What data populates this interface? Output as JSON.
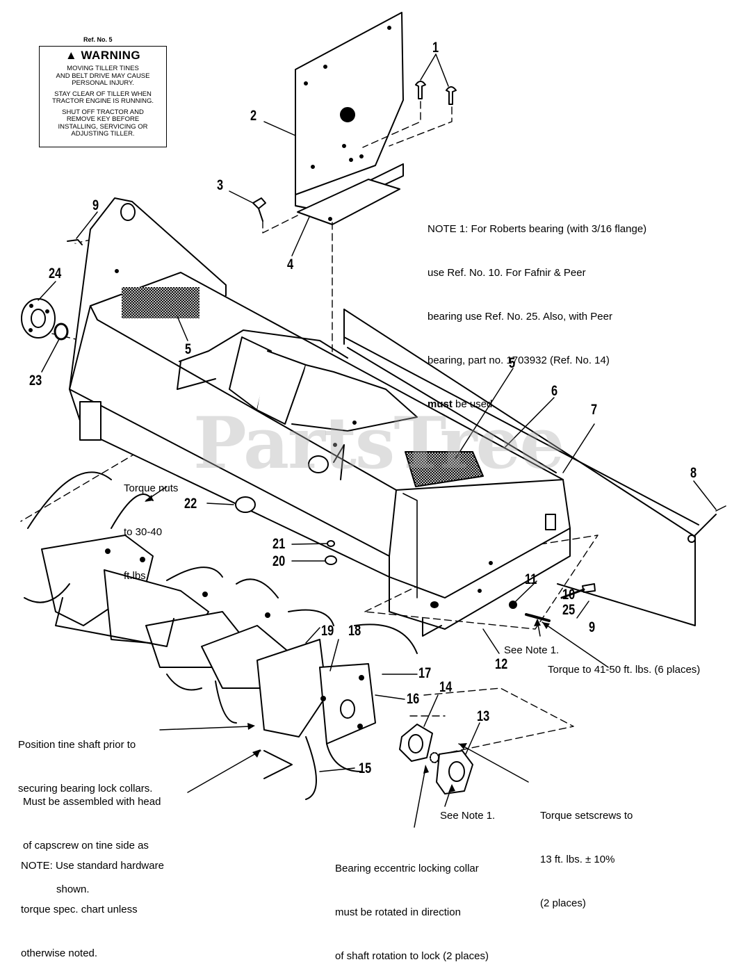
{
  "watermark": "PartsTree",
  "warning_label": {
    "ref": "Ref. No. 5",
    "title": "WARNING",
    "paragraphs": [
      [
        "MOVING TILLER TINES",
        "AND BELT DRIVE MAY CAUSE",
        "PERSONAL INJURY."
      ],
      [
        "STAY CLEAR OF TILLER WHEN",
        "TRACTOR ENGINE IS RUNNING."
      ],
      [
        "SHUT OFF TRACTOR AND",
        "REMOVE KEY BEFORE",
        "INSTALLING, SERVICING OR",
        "ADJUSTING TILLER."
      ]
    ]
  },
  "note1": {
    "label": "NOTE 1:",
    "lines": [
      "For Roberts bearing (with 3/16 flange)",
      "use Ref. No. 10. For Fafnir & Peer",
      "bearing use Ref. No. 25. Also, with Peer",
      "bearing, part no. 1703932 (Ref. No. 14)"
    ],
    "last_bold": "must",
    "last_rest": " be used."
  },
  "notes": {
    "torque_nuts": [
      "Torque nuts",
      "to 30-40",
      "ft.lbs."
    ],
    "position_tine": [
      "Position tine shaft prior to",
      "securing bearing lock collars."
    ],
    "capscrew": [
      "Must be assembled with head",
      "of capscrew on tine side as",
      "shown."
    ],
    "standard_hw": [
      "NOTE: Use standard hardware",
      "torque spec. chart unless",
      "otherwise noted."
    ],
    "see_note1_a": "See Note 1.",
    "see_note1_b": "See Note 1.",
    "torque_41_50": "Torque to 41-50 ft. lbs. (6 places)",
    "setscrews": [
      "Torque setscrews to",
      "13 ft. lbs. ± 10%",
      "(2 places)"
    ],
    "eccentric": [
      "Bearing eccentric locking collar",
      "must be rotated in direction",
      "of shaft rotation to lock (2 places)"
    ]
  },
  "callouts": {
    "c1": "1",
    "c2": "2",
    "c3": "3",
    "c4": "4",
    "c5a": "5",
    "c5b": "5",
    "c6": "6",
    "c7": "7",
    "c8": "8",
    "c9a": "9",
    "c9b": "9",
    "c10": "10",
    "c11": "11",
    "c12": "12",
    "c13": "13",
    "c14": "14",
    "c15": "15",
    "c16": "16",
    "c17": "17",
    "c18": "18",
    "c19": "19",
    "c20": "20",
    "c21": "21",
    "c22": "22",
    "c23": "23",
    "c24": "24",
    "c25": "25"
  }
}
